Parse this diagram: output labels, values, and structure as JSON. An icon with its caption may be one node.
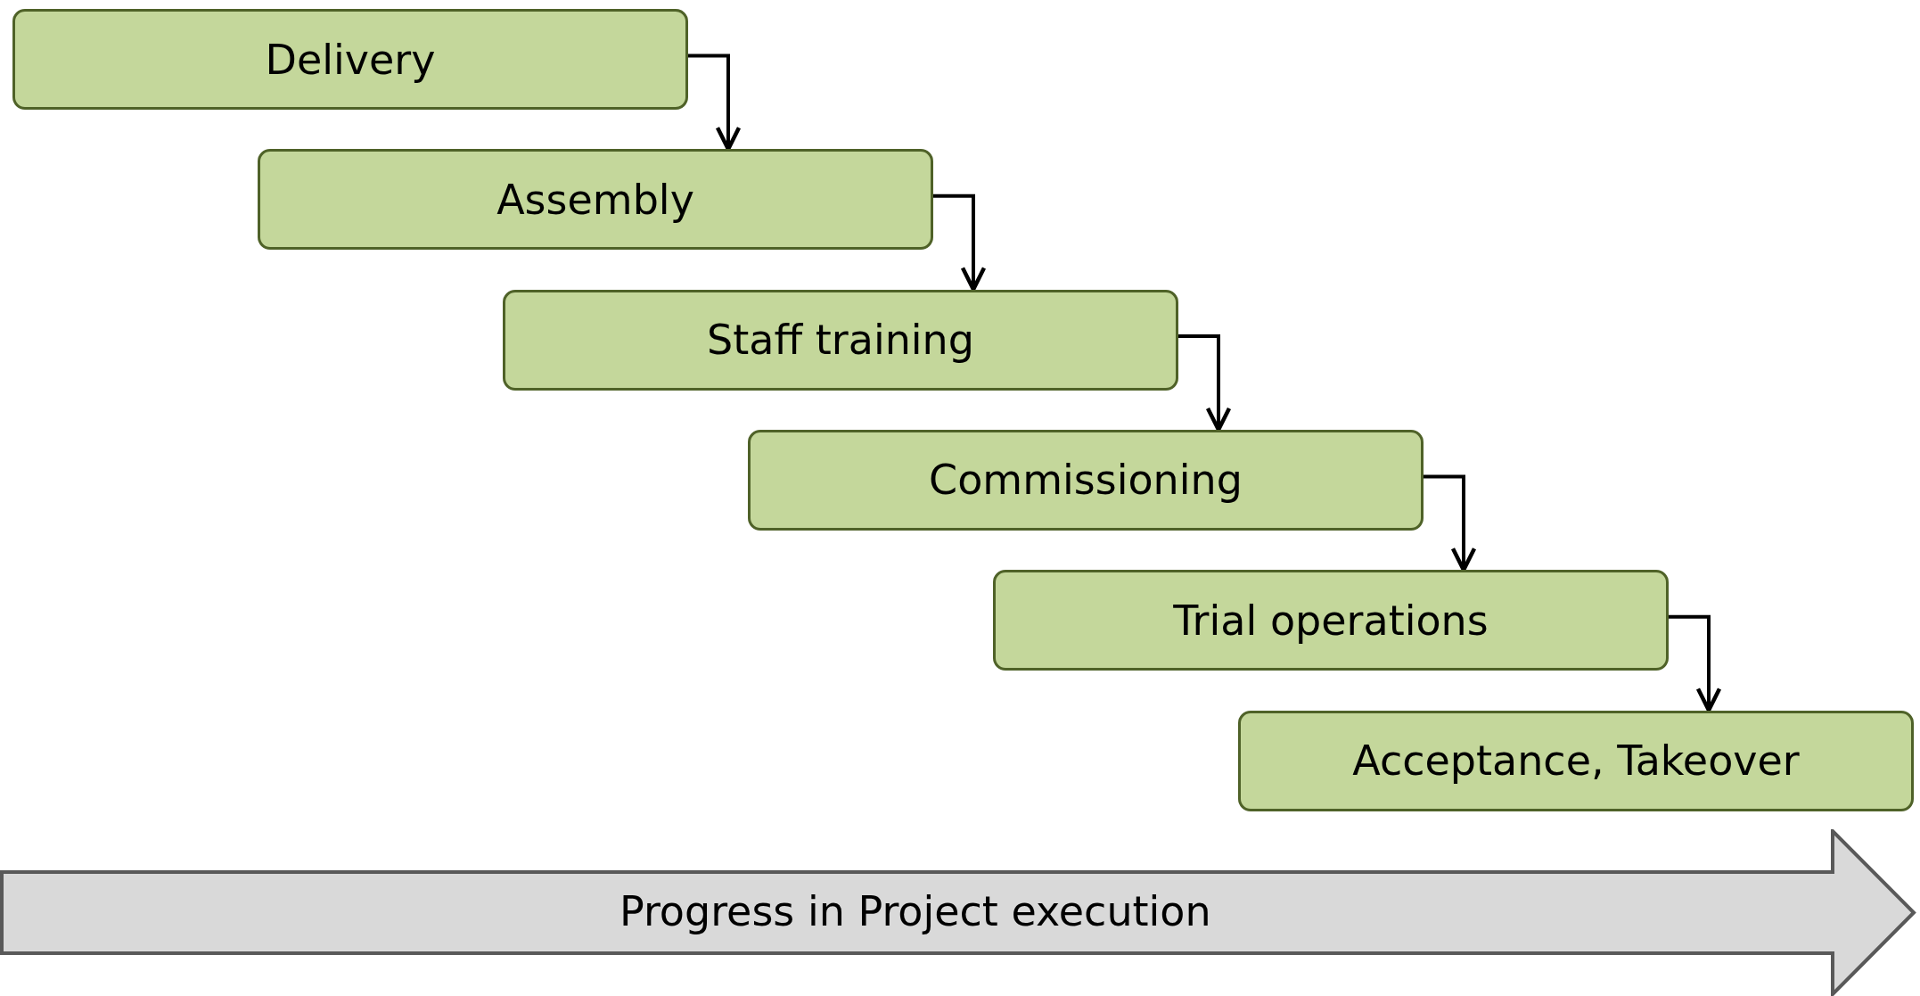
{
  "diagram": {
    "nodes": [
      {
        "text": [
          "Delivery"
        ]
      },
      {
        "text": [
          "Assembly"
        ]
      },
      {
        "text": [
          "Staff training"
        ]
      },
      {
        "text": [
          "Commissioning"
        ]
      },
      {
        "text": [
          "Trial operations"
        ]
      },
      {
        "text": [
          "Acceptance, Takeover"
        ]
      },
      {
        "text": [
          "Progress in Project execution"
        ]
      }
    ],
    "edges": [
      {
        "from": 0,
        "to": 1,
        "arrow": "to"
      },
      {
        "from": 1,
        "to": 2,
        "arrow": "to"
      },
      {
        "from": 2,
        "to": 3,
        "arrow": "to"
      },
      {
        "from": 3,
        "to": 4,
        "arrow": "to"
      },
      {
        "from": 4,
        "to": 5,
        "arrow": "to"
      }
    ]
  }
}
